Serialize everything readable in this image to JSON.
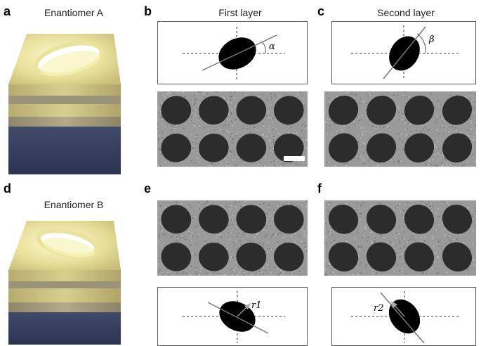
{
  "panels": {
    "a": {
      "letter": "a",
      "title": "Enantiomer A"
    },
    "b": {
      "letter": "b",
      "title": "First layer",
      "angle_label": "α"
    },
    "c": {
      "letter": "c",
      "title": "Second layer",
      "angle_label": "β"
    },
    "d": {
      "letter": "d",
      "title": "Enantiomer B"
    },
    "e": {
      "letter": "e",
      "vector_label": "r1"
    },
    "f": {
      "letter": "f",
      "vector_label": "r2"
    }
  },
  "colors": {
    "gold": "#d6cc7c",
    "gold_top": "#ece6a6",
    "ring": "#f4f1a6",
    "substrate": "#34405c",
    "spacer": "#a0987a",
    "sem_bg": "#9a9a9a",
    "sem_dot": "#2c2c2c"
  }
}
